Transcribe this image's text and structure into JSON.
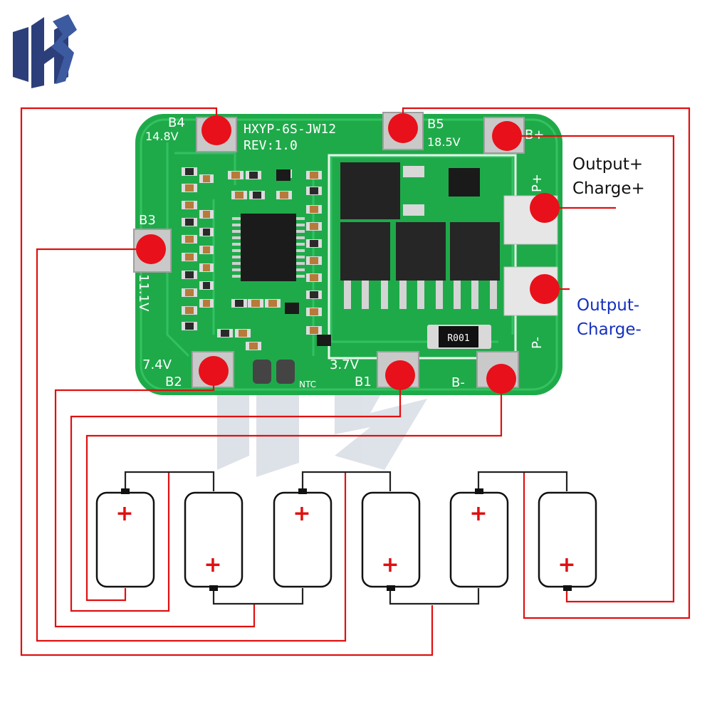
{
  "colors": {
    "wire": "#e01010",
    "wire_dark": "#222222",
    "pad_dot": "#e8101a",
    "pcb": "#1faa4a",
    "output_pos": "#111111",
    "output_neg": "#1530c0",
    "plus_mark": "#e01010",
    "logo": "#2c3f7a"
  },
  "icons": {
    "logo": "hs-logo-icon",
    "plus": "plus-sign-icon"
  },
  "board": {
    "model": "HXYP-6S-JW12",
    "revision": "REV:1.0",
    "resistor_code": "R001",
    "ntc_label": "NTC",
    "pads": {
      "b4": "B4",
      "b4_voltage": "14.8V",
      "b5": "B5",
      "b5_voltage": "18.5V",
      "bplus": "B+",
      "b3": "B3",
      "b3_voltage": "11.1V",
      "b2": "B2",
      "b2_voltage": "7.4V",
      "b1": "B1",
      "b1_voltage": "3.7V",
      "bminus": "B-",
      "pplus": "P+",
      "pminus": "P-"
    }
  },
  "labels": {
    "output_plus": "Output+",
    "charge_plus": "Charge+",
    "output_minus": "Output-",
    "charge_minus": "Charge-"
  },
  "cells": [
    {
      "plus": "+",
      "polarity": "top"
    },
    {
      "plus": "+",
      "polarity": "bottom"
    },
    {
      "plus": "+",
      "polarity": "top"
    },
    {
      "plus": "+",
      "polarity": "bottom"
    },
    {
      "plus": "+",
      "polarity": "top"
    },
    {
      "plus": "+",
      "polarity": "bottom"
    }
  ]
}
